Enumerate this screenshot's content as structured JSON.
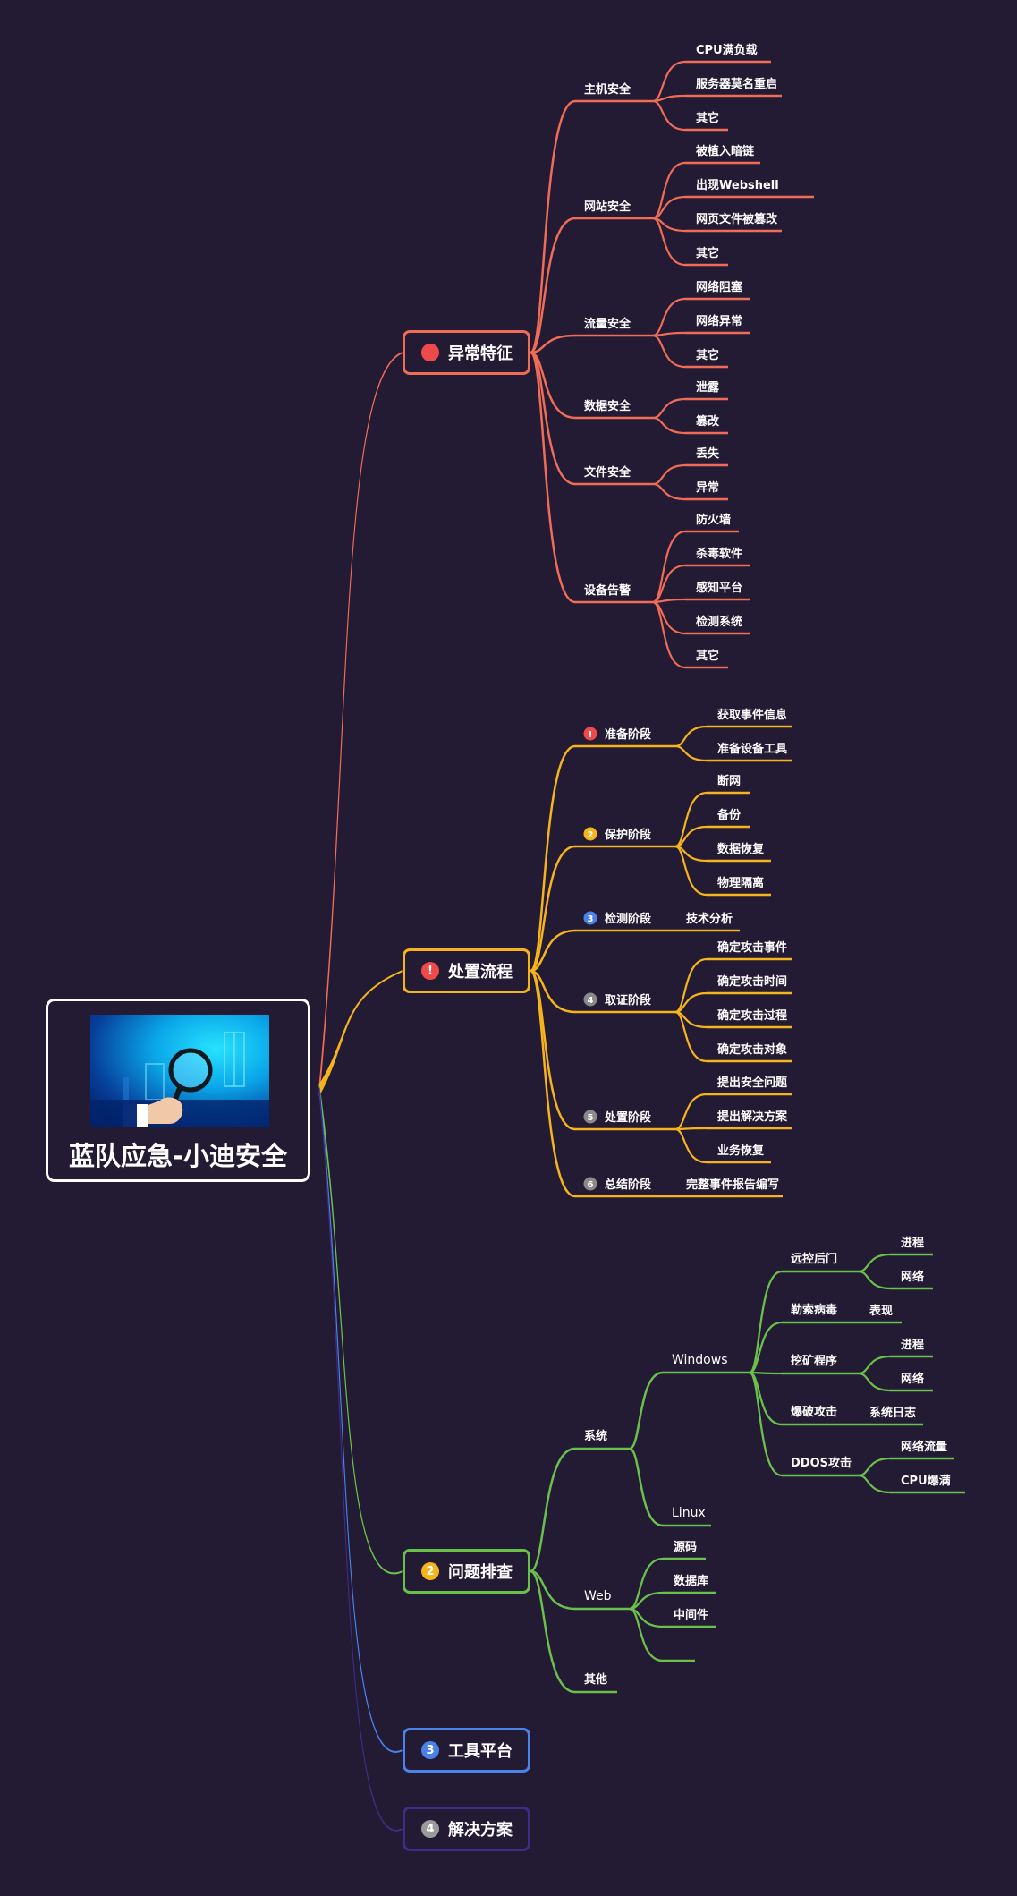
{
  "root": {
    "title": "蓝队应急-小迪安全",
    "image": "magnifying-glass-hand-illustration"
  },
  "colors": {
    "background": "#231a34",
    "abnormal": "#ef6c56",
    "process": "#f5b41c",
    "troubleshoot": "#6bc04b",
    "tools": "#4a82e8",
    "solutions": "#3e2d86"
  },
  "branches": {
    "abnormal": {
      "label": "异常特征",
      "groups": [
        {
          "label": "主机安全",
          "items": [
            "CPU满负载",
            "服务器莫名重启",
            "其它"
          ]
        },
        {
          "label": "网站安全",
          "items": [
            "被植入暗链",
            "出现Webshell",
            "网页文件被篡改",
            "其它"
          ]
        },
        {
          "label": "流量安全",
          "items": [
            "网络阻塞",
            "网络异常",
            "其它"
          ]
        },
        {
          "label": "数据安全",
          "items": [
            "泄露",
            "篡改"
          ]
        },
        {
          "label": "文件安全",
          "items": [
            "丢失",
            "异常"
          ]
        },
        {
          "label": "设备告警",
          "items": [
            "防火墙",
            "杀毒软件",
            "感知平台",
            "检测系统",
            "其它"
          ]
        }
      ]
    },
    "process": {
      "label": "处置流程",
      "badge": "!",
      "phases": [
        {
          "num": "!",
          "color": "#ef4a4a",
          "label": "准备阶段",
          "items": [
            "获取事件信息",
            "准备设备工具"
          ]
        },
        {
          "num": "2",
          "color": "#f5b41c",
          "label": "保护阶段",
          "items": [
            "断网",
            "备份",
            "数据恢复",
            "物理隔离"
          ]
        },
        {
          "num": "3",
          "color": "#4a82e8",
          "label": "检测阶段",
          "items": [
            "技术分析"
          ]
        },
        {
          "num": "4",
          "color": "#8a8a8a",
          "label": "取证阶段",
          "items": [
            "确定攻击事件",
            "确定攻击时间",
            "确定攻击过程",
            "确定攻击对象"
          ]
        },
        {
          "num": "5",
          "color": "#8a8a8a",
          "label": "处置阶段",
          "items": [
            "提出安全问题",
            "提出解决方案",
            "业务恢复"
          ]
        },
        {
          "num": "6",
          "color": "#8a8a8a",
          "label": "总结阶段",
          "items": [
            "完整事件报告编写"
          ]
        }
      ]
    },
    "troubleshoot": {
      "label": "问题排查",
      "badge": "2",
      "system": {
        "label": "系统",
        "windows": {
          "label": "Windows",
          "items": [
            {
              "label": "远控后门",
              "children": [
                "进程",
                "网络"
              ]
            },
            {
              "label": "勒索病毒",
              "children": [
                "表现"
              ]
            },
            {
              "label": "挖矿程序",
              "children": [
                "进程",
                "网络"
              ]
            },
            {
              "label": "爆破攻击",
              "children": [
                "系统日志"
              ]
            },
            {
              "label": "DDOS攻击",
              "children": [
                "网络流量",
                "CPU爆满"
              ]
            }
          ]
        },
        "linux": "Linux"
      },
      "web": {
        "label": "Web",
        "items": [
          "源码",
          "数据库",
          "中间件",
          ""
        ]
      },
      "other": "其他"
    },
    "tools": {
      "label": "工具平台",
      "badge": "3"
    },
    "solutions": {
      "label": "解决方案",
      "badge": "4"
    }
  }
}
